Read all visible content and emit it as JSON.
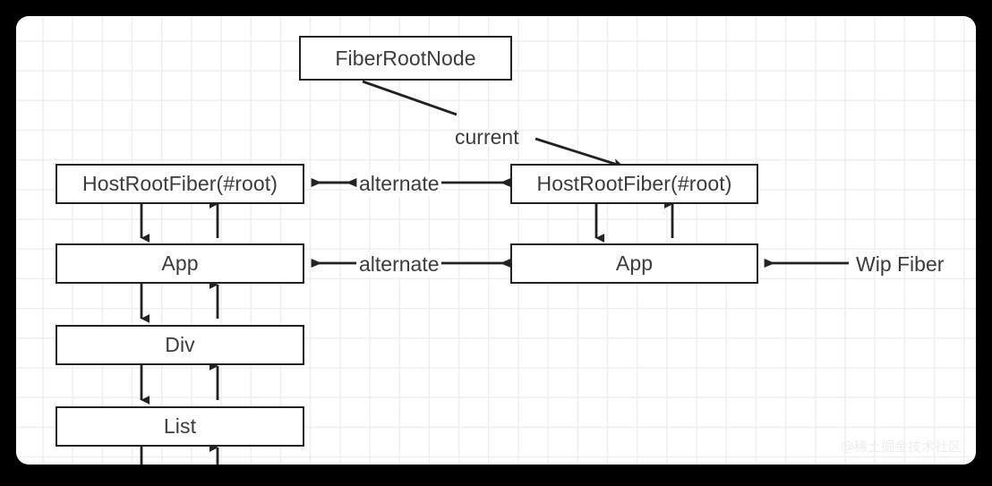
{
  "canvas": {
    "background_color": "#ffffff",
    "outer_background_color": "#000000",
    "grid_color": "#efefef",
    "line_color": "#222225",
    "text_color": "#3c3c3c"
  },
  "nodes": {
    "fiber_root_node": "FiberRootNode",
    "current_host_root_fiber": "HostRootFiber(#root)",
    "current_app": "App",
    "current_div": "Div",
    "current_list": "List",
    "wip_host_root_fiber": "HostRootFiber(#root)",
    "wip_app": "App"
  },
  "edges": {
    "current": "current",
    "alternate_top": "alternate",
    "alternate_middle": "alternate",
    "wip_fiber": "Wip Fiber"
  },
  "watermark": "@稀土掘金技术社区"
}
